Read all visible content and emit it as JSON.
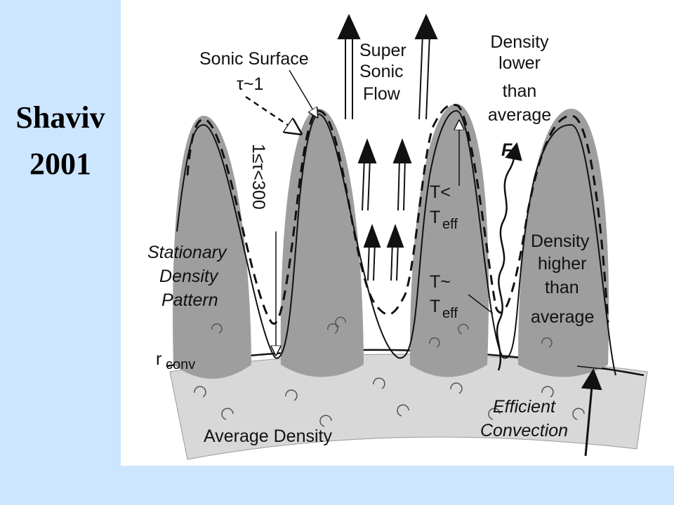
{
  "slide": {
    "title_line1": "Shaviv",
    "title_line2": "2001",
    "background_color": "#cce6ff"
  },
  "diagram": {
    "labels": {
      "sonic_surface": "Sonic Surface",
      "tau_approx": "τ~1",
      "super": "Super",
      "sonic": "Sonic",
      "flow": "Flow",
      "density_lower_1": "Density",
      "density_lower_2": "lower",
      "density_lower_3": "than",
      "density_lower_4": "average",
      "flux": "F",
      "tau_range": "1≤τ<300",
      "t_less": "T<",
      "t_eff_1": "T",
      "eff_sub_1": "eff",
      "t_approx": "T~",
      "t_eff_2": "T",
      "eff_sub_2": "eff",
      "stationary_1": "Stationary",
      "stationary_2": "Density",
      "stationary_3": "Pattern",
      "density_higher_1": "Density",
      "density_higher_2": "higher",
      "density_higher_3": "than",
      "density_higher_4": "average",
      "r_conv": "r",
      "r_conv_sub": "conv",
      "efficient_1": "Efficient",
      "efficient_2": "Convection",
      "average_density": "Average Density"
    },
    "colors": {
      "plume_gray": "#9e9e9e",
      "base_gray": "#d8d8d8",
      "line": "#111111"
    }
  }
}
